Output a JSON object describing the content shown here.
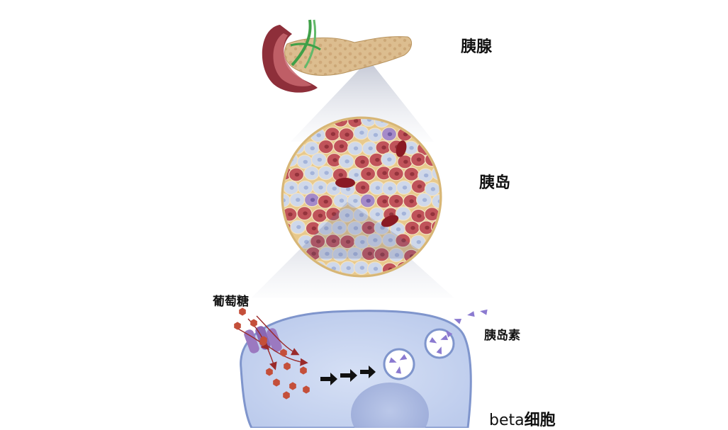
{
  "labels": {
    "pancreas": "胰腺",
    "islet": "胰岛",
    "glucose": "葡萄糖",
    "insulin": "胰岛素",
    "beta_prefix": "beta",
    "beta_suffix": "细胞"
  },
  "colors": {
    "pancreas_body": "#d9b98a",
    "duodenum": "#8e2f3a",
    "vessel": "#3fa048",
    "islet_rim": "#e8c98c",
    "alpha_cell": "#c0535a",
    "beta_cell": "#cfd8ea",
    "delta_cell": "#a58ac9",
    "capillary": "#8a1a24",
    "cell_membrane": "#7f95cc",
    "cell_cytoplasm": "#c8d4ef",
    "nucleus": "#a9b7de",
    "glucose": "#c44f3a",
    "transporter": "#9b79c0",
    "insulin": "#8b7ad0",
    "arrows": "#111111"
  }
}
